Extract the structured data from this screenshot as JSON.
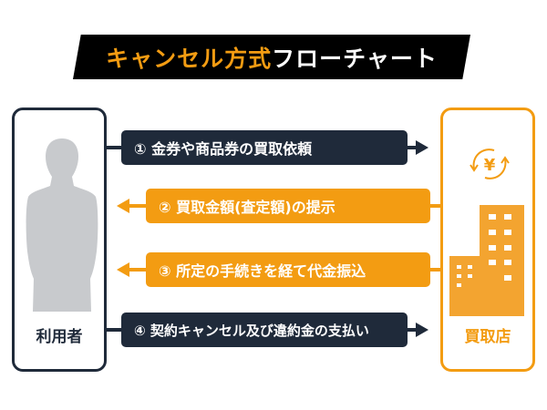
{
  "title": {
    "highlight": "キャンセル方式",
    "rest": "フローチャート"
  },
  "actors": {
    "user": "利用者",
    "shop": "買取店"
  },
  "steps": [
    {
      "label": "① 金券や商品券の買取依頼",
      "direction": "to-shop"
    },
    {
      "label": "② 買取金額(査定額)の提示",
      "direction": "to-user"
    },
    {
      "label": "③ 所定の手続きを経て代金振込",
      "direction": "to-user"
    },
    {
      "label": "④ 契約キャンセル及び違約金の支払い",
      "direction": "to-shop"
    }
  ],
  "colors": {
    "dark": "#1f2a3a",
    "orange": "#f39c12",
    "silhouette": "#c8cacd"
  },
  "icons": {
    "yen": "¥"
  }
}
